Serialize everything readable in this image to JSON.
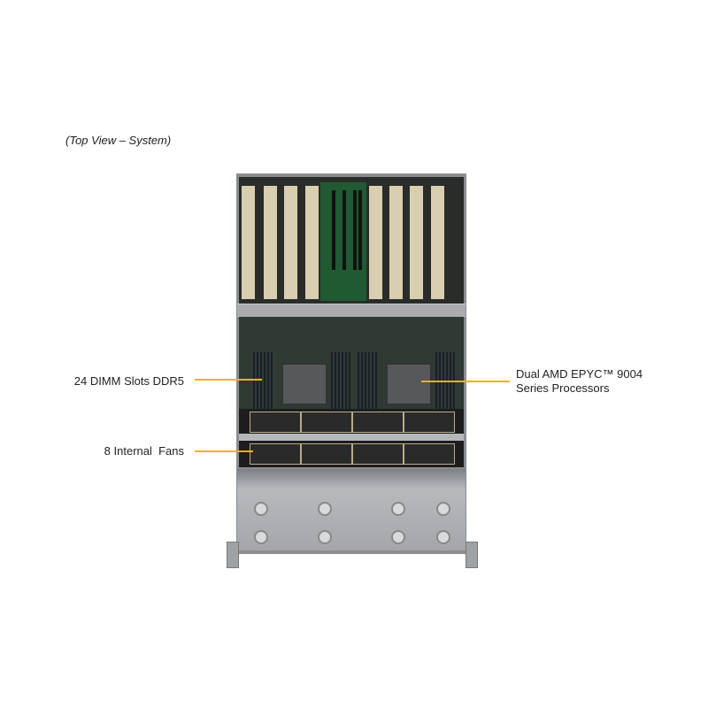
{
  "caption": "(Top View – System)",
  "callouts": {
    "dimm": "24 DIMM Slots DDR5",
    "processors_line1": "Dual AMD EPYC™ 9004",
    "processors_line2": "Series Processors",
    "fans": "8 Internal  Fans"
  },
  "colors": {
    "leader": "#f0b400"
  }
}
